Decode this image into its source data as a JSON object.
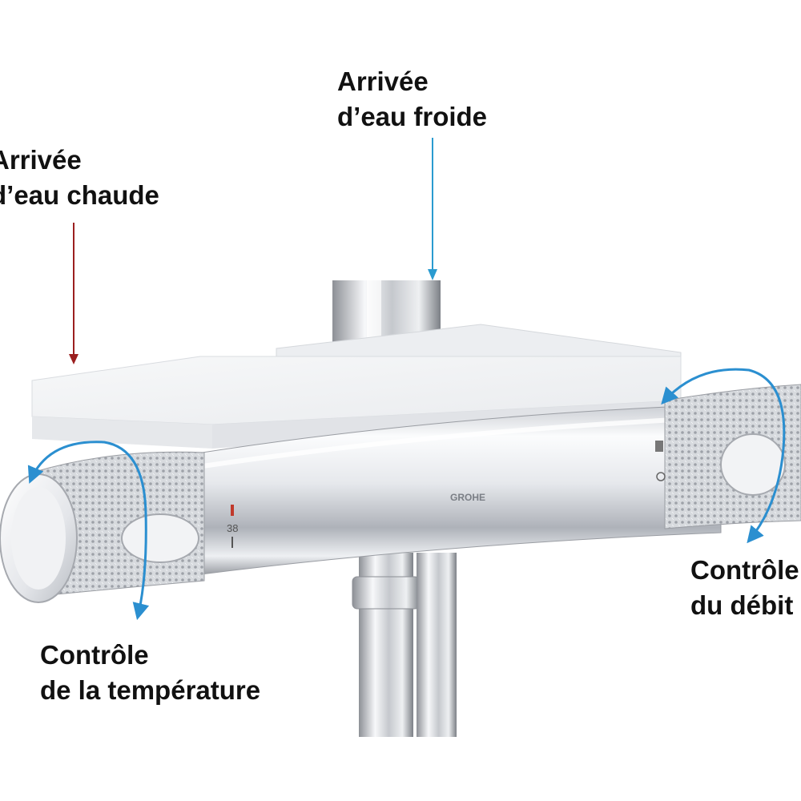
{
  "labels": {
    "hot_water": {
      "line1": "Arrivée",
      "line2": "d’eau chaude"
    },
    "cold_water": {
      "line1": "Arrivée",
      "line2": "d’eau froide"
    },
    "temperature": {
      "line1": "Contrôle",
      "line2": "de la température"
    },
    "flow": {
      "line1": "Contrôle",
      "line2": "du débit"
    }
  },
  "brand": "GROHE",
  "temperature_mark": "38",
  "colors": {
    "hot_arrow": "#9b1f1f",
    "cold_arrow": "#2a9bd0",
    "rotation_arrow": "#2b8fd0",
    "label_text": "#111111",
    "chrome_light": "#f4f5f7",
    "chrome_dark": "#8a8d93",
    "shelf": "#f2f3f5"
  },
  "icons": [
    "hot-water-arrow",
    "cold-water-arrow",
    "temperature-rotation-icon",
    "flow-rotation-icon"
  ]
}
